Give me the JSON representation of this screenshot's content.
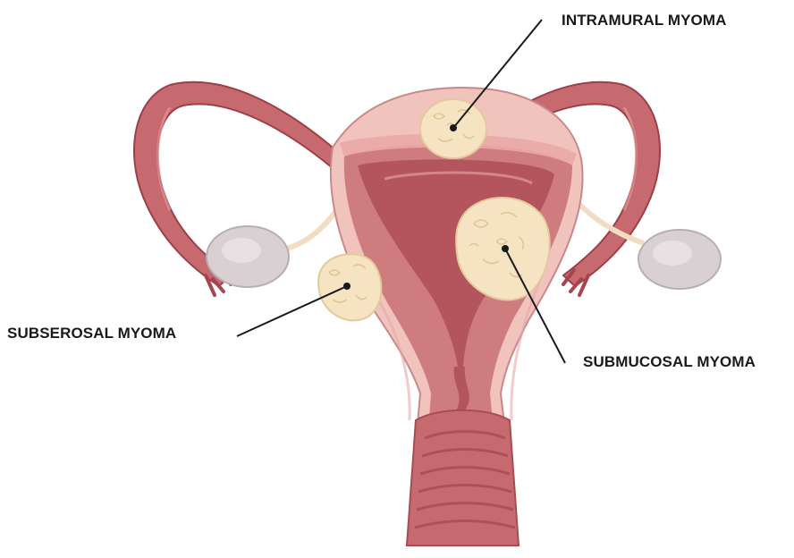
{
  "labels": {
    "intramural": "INTRAMURAL MYOMA",
    "subserosal": "SUBSEROSAL MYOMA",
    "submucosal": "SUBMUCOSAL MYOMA"
  },
  "colors": {
    "muscle_dark": "#b4545c",
    "muscle_mid": "#cf7c7f",
    "muscle_light": "#e9a9a6",
    "outer_pink": "#f0c3bd",
    "ovary": "#d9d0d3",
    "fibroid": "#f5e3c2",
    "fibroid_edge": "#e3c99d",
    "ligament": "#f2dcc4",
    "leader_line": "#1a1a1a"
  }
}
